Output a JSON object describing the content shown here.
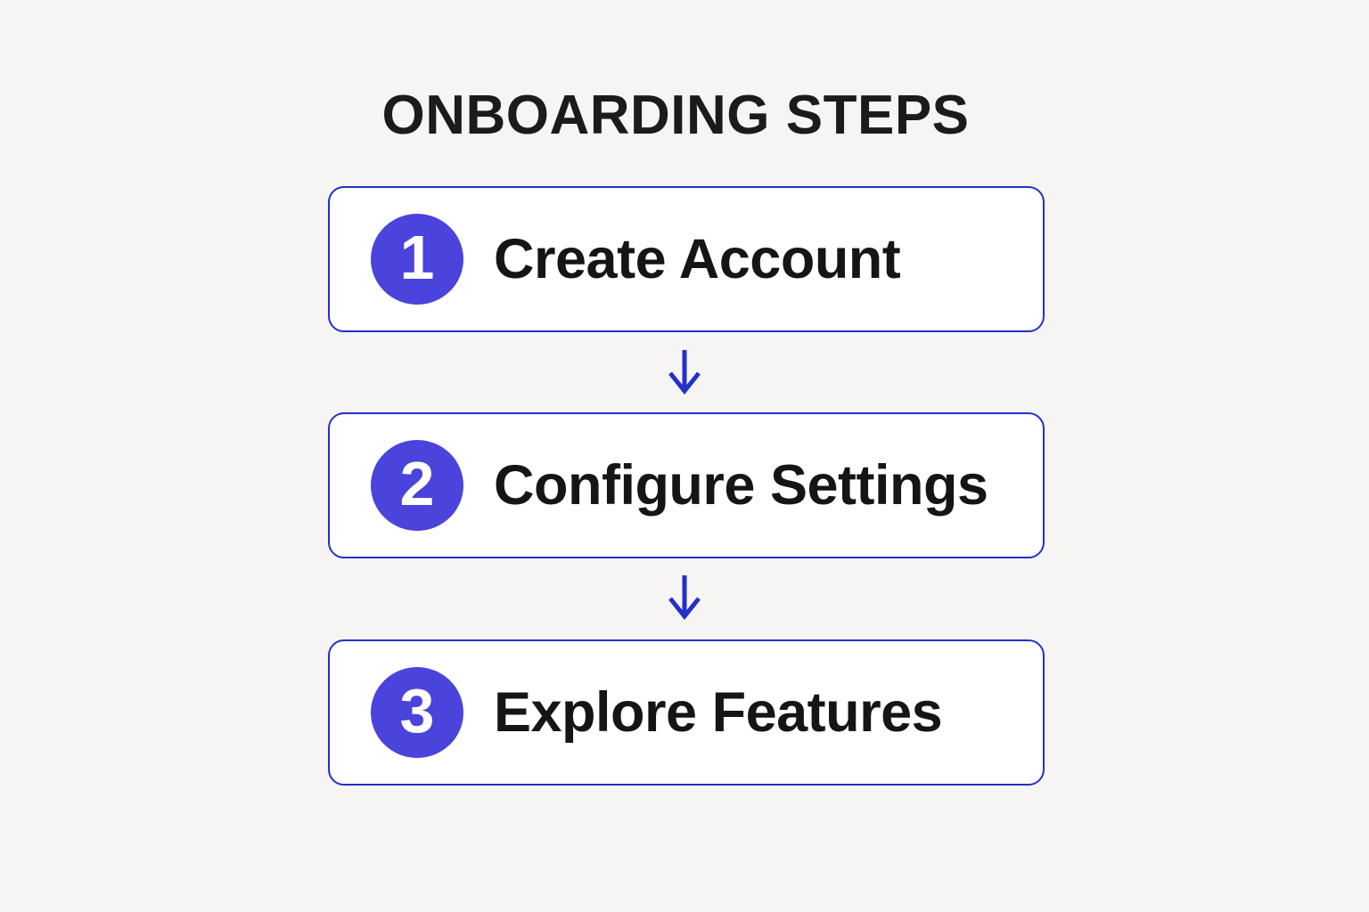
{
  "title": "ONBOARDING STEPS",
  "steps": [
    {
      "number": "1",
      "label": "Create Account"
    },
    {
      "number": "2",
      "label": "Configure Settings"
    },
    {
      "number": "3",
      "label": "Explore Features"
    }
  ],
  "connector_icon": "down-arrow",
  "colors": {
    "background": "#f6f5f3",
    "box_fill": "#ffffff",
    "box_border": "#2330c9",
    "circle_fill": "#4a43dc",
    "arrow": "#2330c9",
    "title_text": "#1b1b1b",
    "step_text": "#151515",
    "number_text": "#ffffff"
  }
}
